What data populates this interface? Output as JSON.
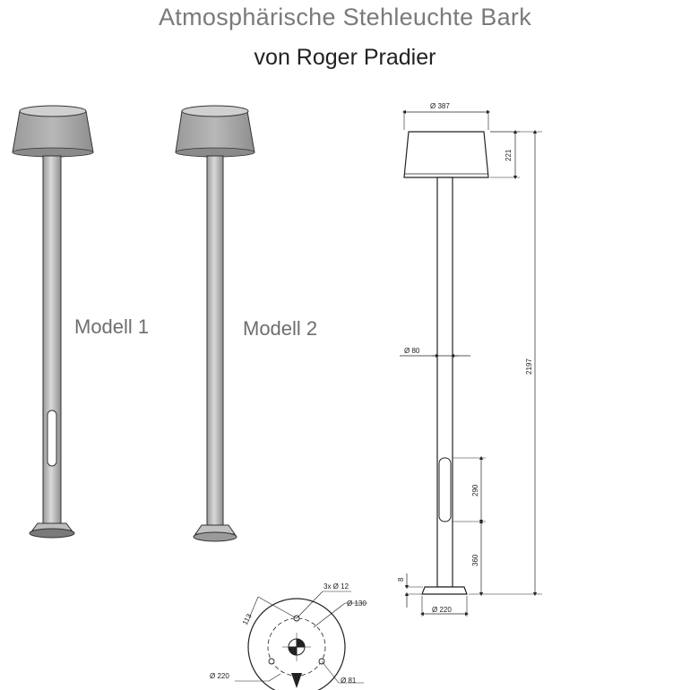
{
  "header": {
    "title": "Atmosphärische Stehleuchte Bark",
    "subtitle": "von Roger Pradier"
  },
  "models": {
    "model1": "Modell 1",
    "model2": "Modell 2"
  },
  "side_view_dimensions": {
    "shade_diameter": "Ø 387",
    "shade_height": "221",
    "total_height": "2197",
    "pole_diameter": "Ø 80",
    "slot_height": "290",
    "slot_offset": "360",
    "base_thickness": "8",
    "base_diameter": "Ø 220"
  },
  "base_plan_dimensions": {
    "holes": "3x Ø 12",
    "bolt_circle": "Ø 130",
    "offset": "113",
    "outer_diameter": "Ø 220",
    "inner_diameter": "Ø 81"
  },
  "colors": {
    "shade": "#a9a9a9",
    "pole": "#c4c4c4",
    "line": "#222222"
  }
}
